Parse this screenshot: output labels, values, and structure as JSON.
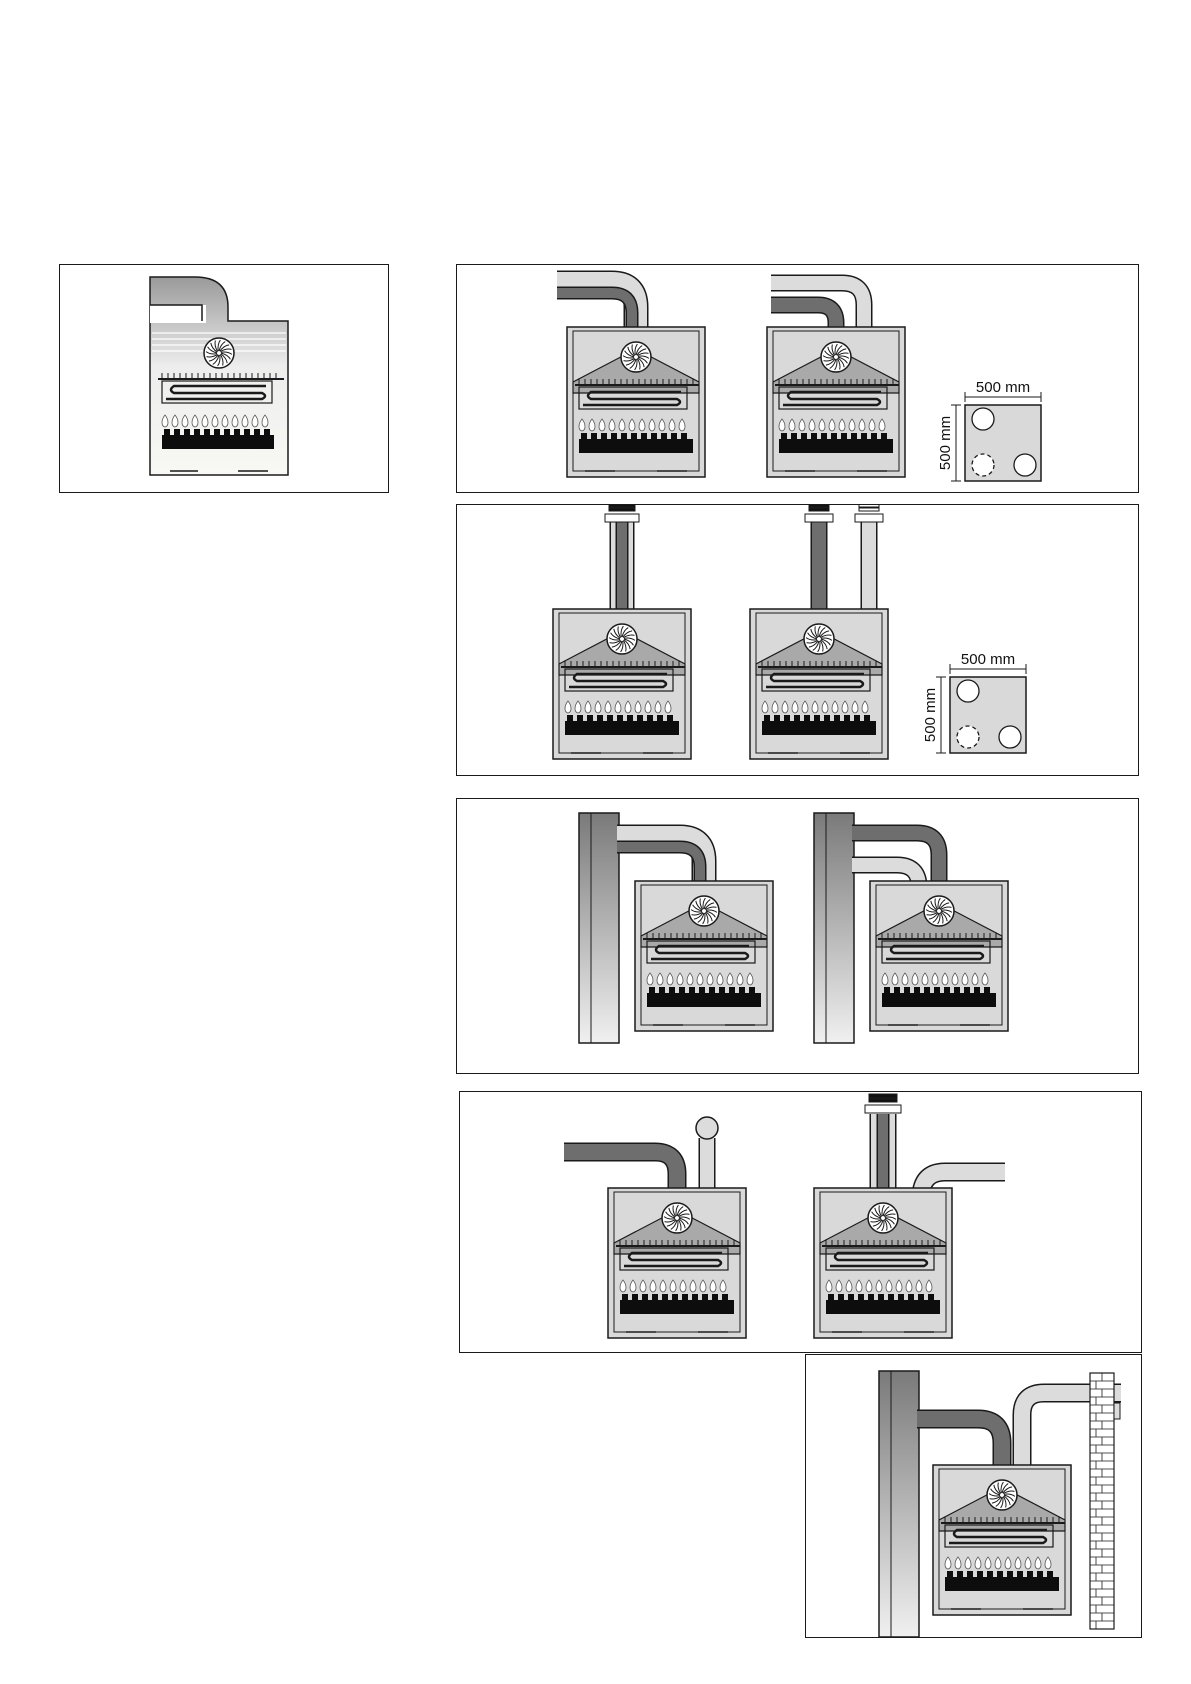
{
  "colors": {
    "outline": "#1a1a1a",
    "casing": "#d9d9d9",
    "flue_dark": "#6e6e6e",
    "flue_light": "#dcdcdc",
    "burner": "#0d0d0d"
  },
  "panels": [
    {
      "id": "panel-single-flue",
      "variant": "gradient-single"
    },
    {
      "id": "panel-side-concentric",
      "dimension": {
        "width_label": "500 mm",
        "height_label": "500 mm"
      }
    },
    {
      "id": "panel-vertical-roof",
      "dimension": {
        "width_label": "500 mm",
        "height_label": "500 mm"
      }
    },
    {
      "id": "panel-shared-duct"
    },
    {
      "id": "panel-split-vertical-horizontal"
    },
    {
      "id": "panel-duct-and-wall"
    }
  ],
  "icons": [
    "fan-icon",
    "heat-exchanger-icon",
    "flame-icon",
    "burner-icon",
    "brick-wall-icon"
  ]
}
